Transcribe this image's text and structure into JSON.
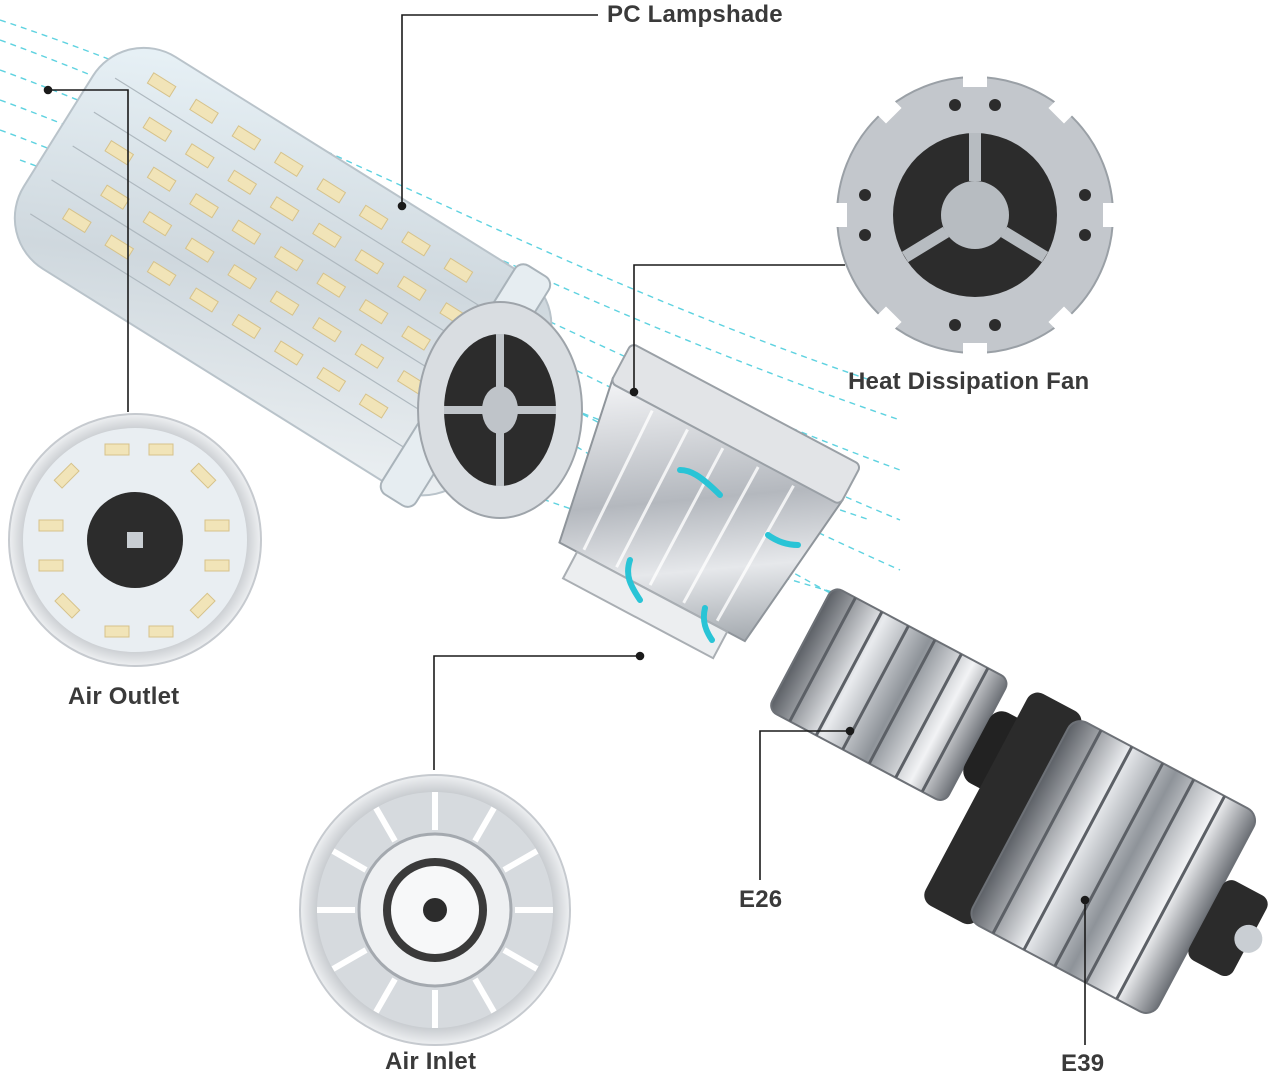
{
  "labels": {
    "pc_lampshade": "PC Lampshade",
    "heat_dissipation_fan": "Heat Dissipation Fan",
    "air_outlet": "Air Outlet",
    "air_inlet": "Air Inlet",
    "e26": "E26",
    "e39": "E39"
  },
  "colors": {
    "label_text": "#3a3a3a",
    "callout_line": "#1a1a1a",
    "airflow": "#29c4d6",
    "metal": "#c8cbd0",
    "fan_dark": "#2c2c2c",
    "led_chip": "#f1e4b8"
  }
}
